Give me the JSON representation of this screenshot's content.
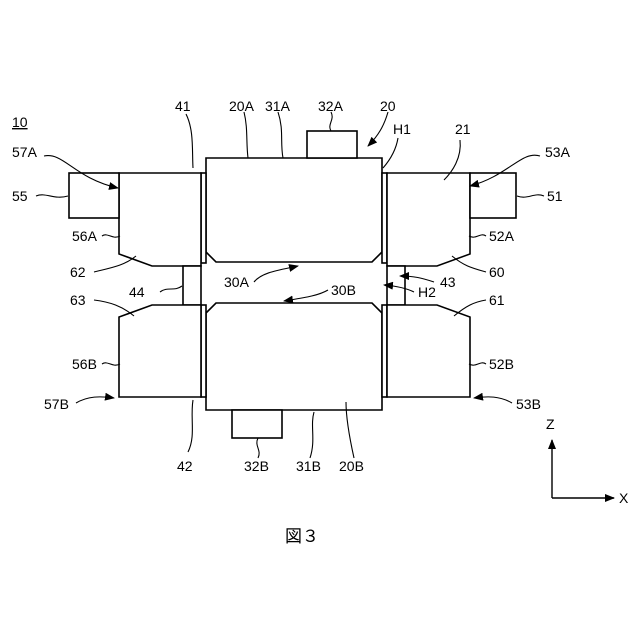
{
  "figure": {
    "caption": "図３",
    "assembly_label": "10"
  },
  "labels": {
    "l41": "41",
    "l20A": "20A",
    "l31A": "31A",
    "l32A": "32A",
    "l20": "20",
    "lH1": "H1",
    "l21": "21",
    "l57A": "57A",
    "l53A": "53A",
    "l55": "55",
    "l51": "51",
    "l56A": "56A",
    "l52A": "52A",
    "l62": "62",
    "l60": "60",
    "l30A": "30A",
    "l30B": "30B",
    "l44": "44",
    "l43": "43",
    "lH2": "H2",
    "l63": "63",
    "l61": "61",
    "l56B": "56B",
    "l52B": "52B",
    "l57B": "57B",
    "l53B": "53B",
    "l42": "42",
    "l32B": "32B",
    "l31B": "31B",
    "l20B": "20B"
  },
  "axes": {
    "vertical": "Z",
    "horizontal": "X"
  }
}
